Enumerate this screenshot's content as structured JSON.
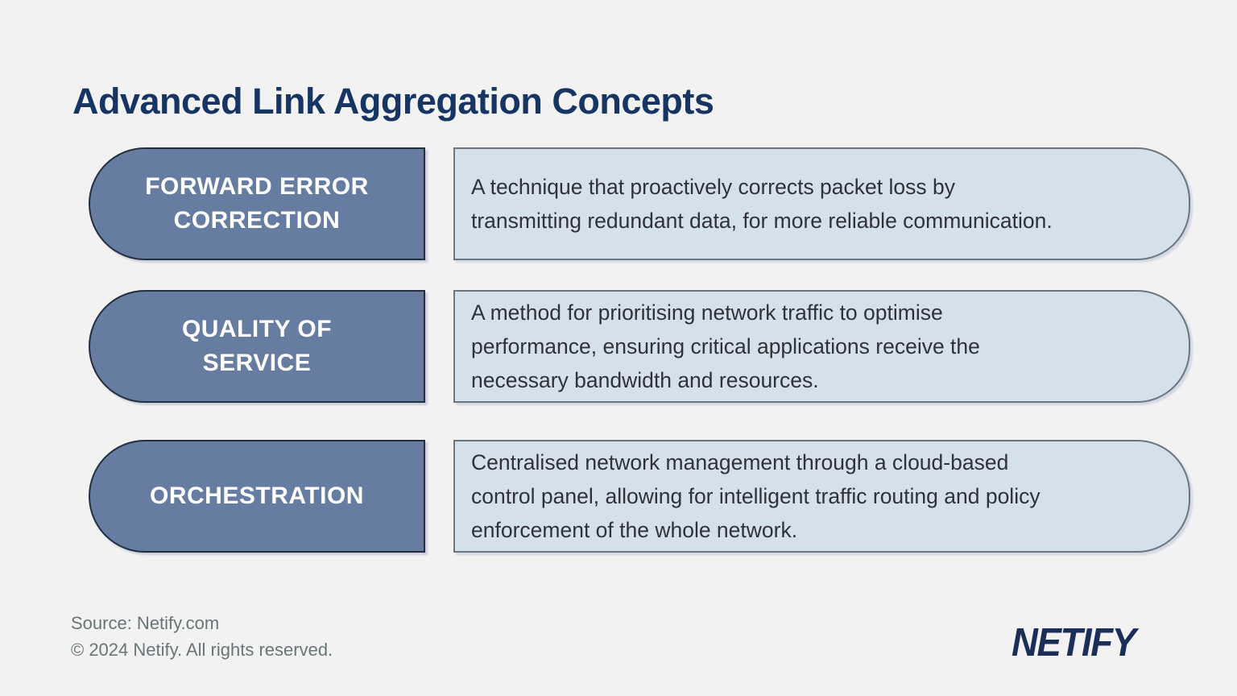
{
  "page": {
    "title": "Advanced Link Aggregation Concepts"
  },
  "concepts": [
    {
      "term": "FORWARD ERROR\nCORRECTION",
      "definition": "A technique that proactively corrects packet loss by\ntransmitting redundant data, for more reliable communication."
    },
    {
      "term": "QUALITY OF\nSERVICE",
      "definition": "A method for prioritising network traffic to optimise\nperformance, ensuring critical applications receive the\nnecessary bandwidth and resources."
    },
    {
      "term": "ORCHESTRATION",
      "definition": "Centralised network management through a cloud-based\ncontrol panel, allowing for intelligent traffic routing and policy\nenforcement of the whole network."
    }
  ],
  "footer": {
    "source": "Source: Netify.com",
    "copyright": "© 2024 Netify. All rights reserved.",
    "logo_text": "NETIFY"
  },
  "colors": {
    "background": "#f2f2f2",
    "title_navy": "#163563",
    "term_box_fill": "#667CA0",
    "term_box_border": "#232f3f",
    "definition_box_fill": "#d4e0ea",
    "definition_box_border": "#6b7680",
    "footer_gray": "#687678",
    "logo_navy": "#1b2e58"
  }
}
